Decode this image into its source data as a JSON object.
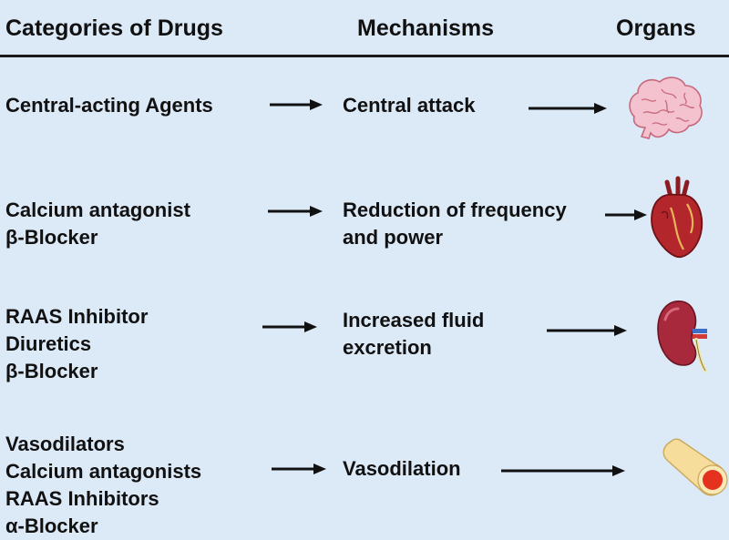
{
  "headers": {
    "drugs": "Categories of Drugs",
    "mechanisms": "Mechanisms",
    "organs": "Organs"
  },
  "rows": [
    {
      "drugs": [
        "Central-acting Agents"
      ],
      "mechanism": [
        "Central attack"
      ],
      "organ_icon": "brain-icon"
    },
    {
      "drugs": [
        "Calcium antagonist",
        "β-Blocker"
      ],
      "mechanism": [
        "Reduction of frequency",
        "and power"
      ],
      "organ_icon": "heart-icon"
    },
    {
      "drugs": [
        "RAAS Inhibitor",
        "Diuretics",
        "β-Blocker"
      ],
      "mechanism": [
        "Increased fluid",
        "excretion"
      ],
      "organ_icon": "kidney-icon"
    },
    {
      "drugs": [
        "Vasodilators",
        "Calcium antagonists",
        "RAAS Inhibitors",
        "α-Blocker"
      ],
      "mechanism": [
        "Vasodilation"
      ],
      "organ_icon": "blood-vessel-icon"
    }
  ],
  "colors": {
    "background": "#dce9f7",
    "text": "#111111",
    "brain": "#f4c2cf",
    "heart": "#b3262b",
    "kidney": "#a8283c",
    "vessel": "#f6dd9c",
    "vessel_lumen": "#e5321f"
  }
}
